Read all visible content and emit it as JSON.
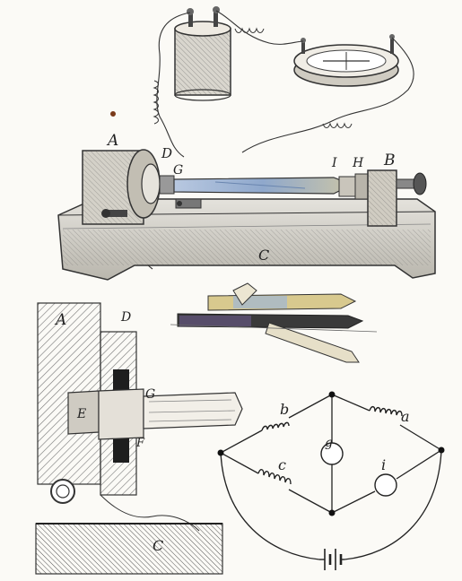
{
  "figure": {
    "upper": {
      "labels": {
        "A": "A",
        "D": "D",
        "G": "G",
        "I": "I",
        "H": "H",
        "B": "B",
        "C": "C"
      }
    },
    "section": {
      "labels": {
        "A": "A",
        "D": "D",
        "E": "E",
        "G": "G",
        "F": "F",
        "C": "C"
      }
    },
    "bridge": {
      "labels": {
        "a": "a",
        "b": "b",
        "c": "c",
        "g": "g",
        "i": "i"
      }
    }
  },
  "colors": {
    "ink": "#2a2a2a",
    "paper": "#fbfaf6",
    "rod_blue": "#9fb7d6",
    "rod_dark": "#3a3a3a",
    "rod_yellow": "#e8d9a0"
  }
}
